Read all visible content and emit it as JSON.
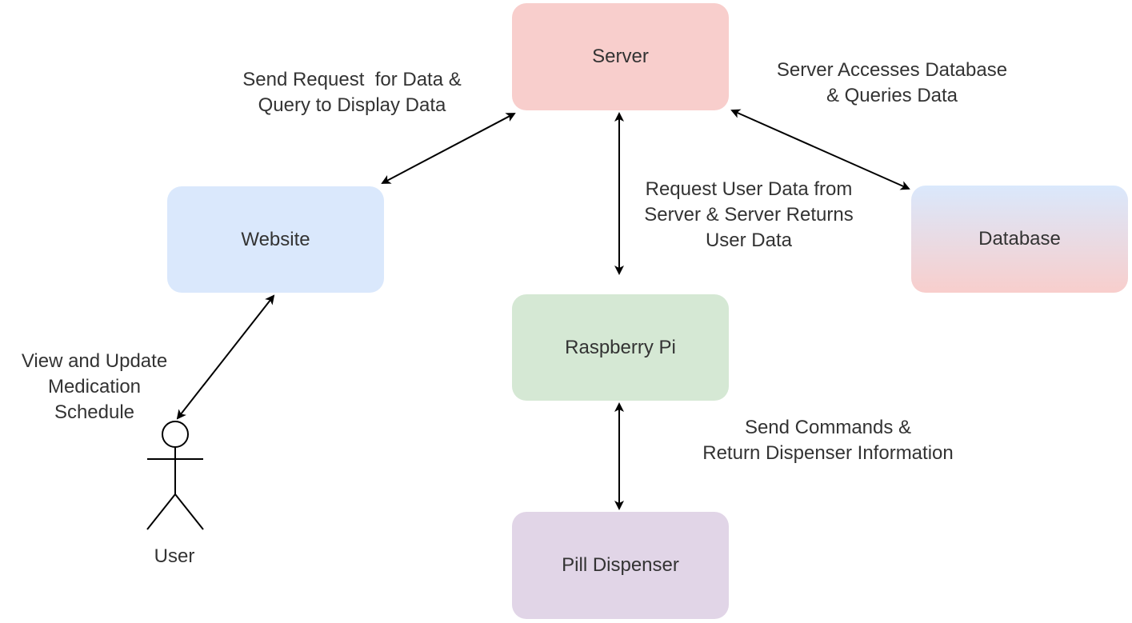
{
  "nodes": {
    "server": "Server",
    "website": "Website",
    "database": "Database",
    "raspberry_pi": "Raspberry Pi",
    "pill_dispenser": "Pill Dispenser",
    "user": "User"
  },
  "edge_labels": {
    "website_server": "Send Request  for Data &\nQuery to Display Data",
    "server_database": "Server Accesses Database\n& Queries Data",
    "raspberry_server": "Request User Data from\nServer & Server Returns\nUser Data",
    "user_website": "View and Update\nMedication\nSchedule",
    "raspberry_dispenser": "Send Commands &\nReturn Dispenser Information"
  },
  "colors": {
    "server_fill": "#f8cecc",
    "website_fill": "#dae8fc",
    "database_fill_top": "#dae8fc",
    "database_fill_bottom": "#f8cecc",
    "raspberry_fill": "#d5e8d4",
    "pill_fill": "#e1d5e7",
    "edge_color": "#000000"
  }
}
